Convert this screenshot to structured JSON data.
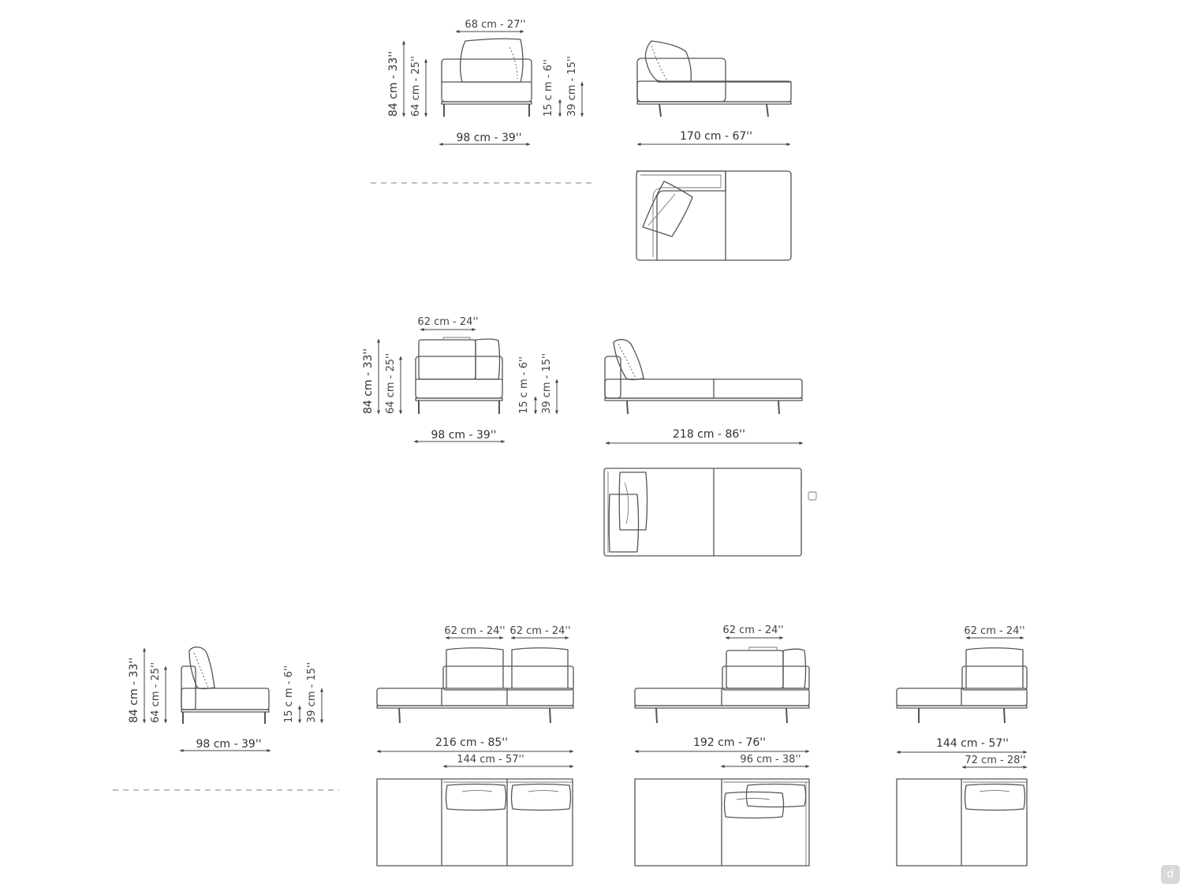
{
  "dimensions": {
    "m1_top": "68 cm - 27''",
    "m1_h84": "84 cm - 33''",
    "m1_h64": "64 cm - 25''",
    "m1_h15": "15 c m - 6''",
    "m1_h39": "39 cm - 15''",
    "m1_depth": "98 cm - 39''",
    "m1_len": "170 cm - 67''",
    "m2_top": "62 cm - 24''",
    "m2_h84": "84 cm - 33''",
    "m2_h64": "64 cm - 25''",
    "m2_h15": "15 c m - 6''",
    "m2_h39": "39 cm - 15''",
    "m2_depth": "98 cm - 39''",
    "m2_len": "218 cm - 86''",
    "m3_h84": "84 cm - 33''",
    "m3_h64": "64 cm - 25''",
    "m3_h15": "15 c m - 6''",
    "m3_h39": "39 cm - 15''",
    "m3_depth": "98 cm - 39''",
    "a_top1": "62 cm - 24''",
    "a_top2": "62 cm - 24''",
    "a_len": "216 cm - 85''",
    "a_back": "144 cm - 57''",
    "b_top": "62 cm - 24''",
    "b_len": "192 cm - 76''",
    "b_back": "96 cm - 38''",
    "c_top": "62 cm - 24''",
    "c_len": "144 cm - 57''",
    "c_back": "72 cm - 28''"
  },
  "logo": {
    "letter": "d"
  }
}
